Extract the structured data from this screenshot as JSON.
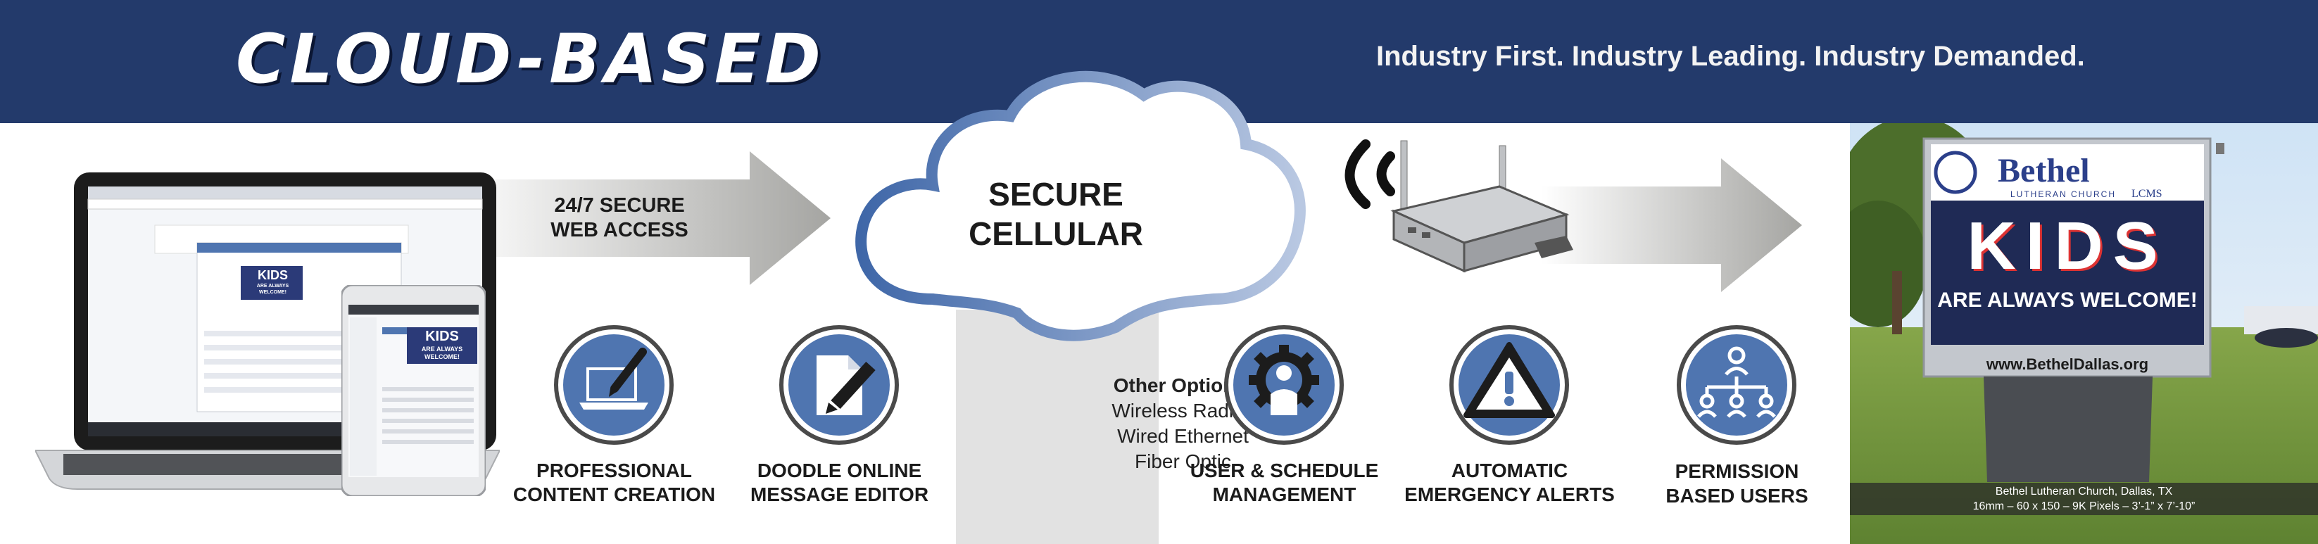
{
  "header": {
    "title": "CLOUD-BASED",
    "tagline": "Industry First. Industry Leading. Industry Demanded."
  },
  "arrows": {
    "web_access": "24/7 SECURE\nWEB ACCESS"
  },
  "cloud": {
    "label_line1": "SECURE",
    "label_line2": "CELLULAR"
  },
  "other_options": {
    "heading": "Other Options:",
    "items": [
      "Wireless Radios",
      "Wired Ethernet",
      "Fiber Optic"
    ]
  },
  "features": [
    {
      "icon": "laptop-pen-icon",
      "line1": "PROFESSIONAL",
      "line2": "CONTENT CREATION"
    },
    {
      "icon": "doodle-pen-icon",
      "line1": "DOODLE ONLINE",
      "line2": "MESSAGE EDITOR"
    },
    {
      "icon": "user-gear-icon",
      "line1": "USER & SCHEDULE",
      "line2": "MANAGEMENT"
    },
    {
      "icon": "warning-icon",
      "line1": "AUTOMATIC",
      "line2": "EMERGENCY ALERTS"
    },
    {
      "icon": "org-chart-icon",
      "line1": "PERMISSION",
      "line2": "BASED USERS"
    }
  ],
  "screen_content": {
    "kids": "KIDS",
    "welcome": "ARE ALWAYS WELCOME!"
  },
  "sign": {
    "church_name": "Bethel",
    "church_sub": "LUTHERAN CHURCH",
    "lcms": "LCMS",
    "kids": "KIDS",
    "welcome": "ARE ALWAYS WELCOME!",
    "url": "www.BethelDallas.org"
  },
  "photo_caption": {
    "line1": "Bethel Lutheran Church, Dallas, TX",
    "line2": "16mm – 60 x 150 – 9K Pixels – 3’-1” x 7’-10”"
  },
  "colors": {
    "navy": "#233a6b",
    "icon_blue": "#4f75b0",
    "arrow_grey": "#a9a9a6"
  }
}
